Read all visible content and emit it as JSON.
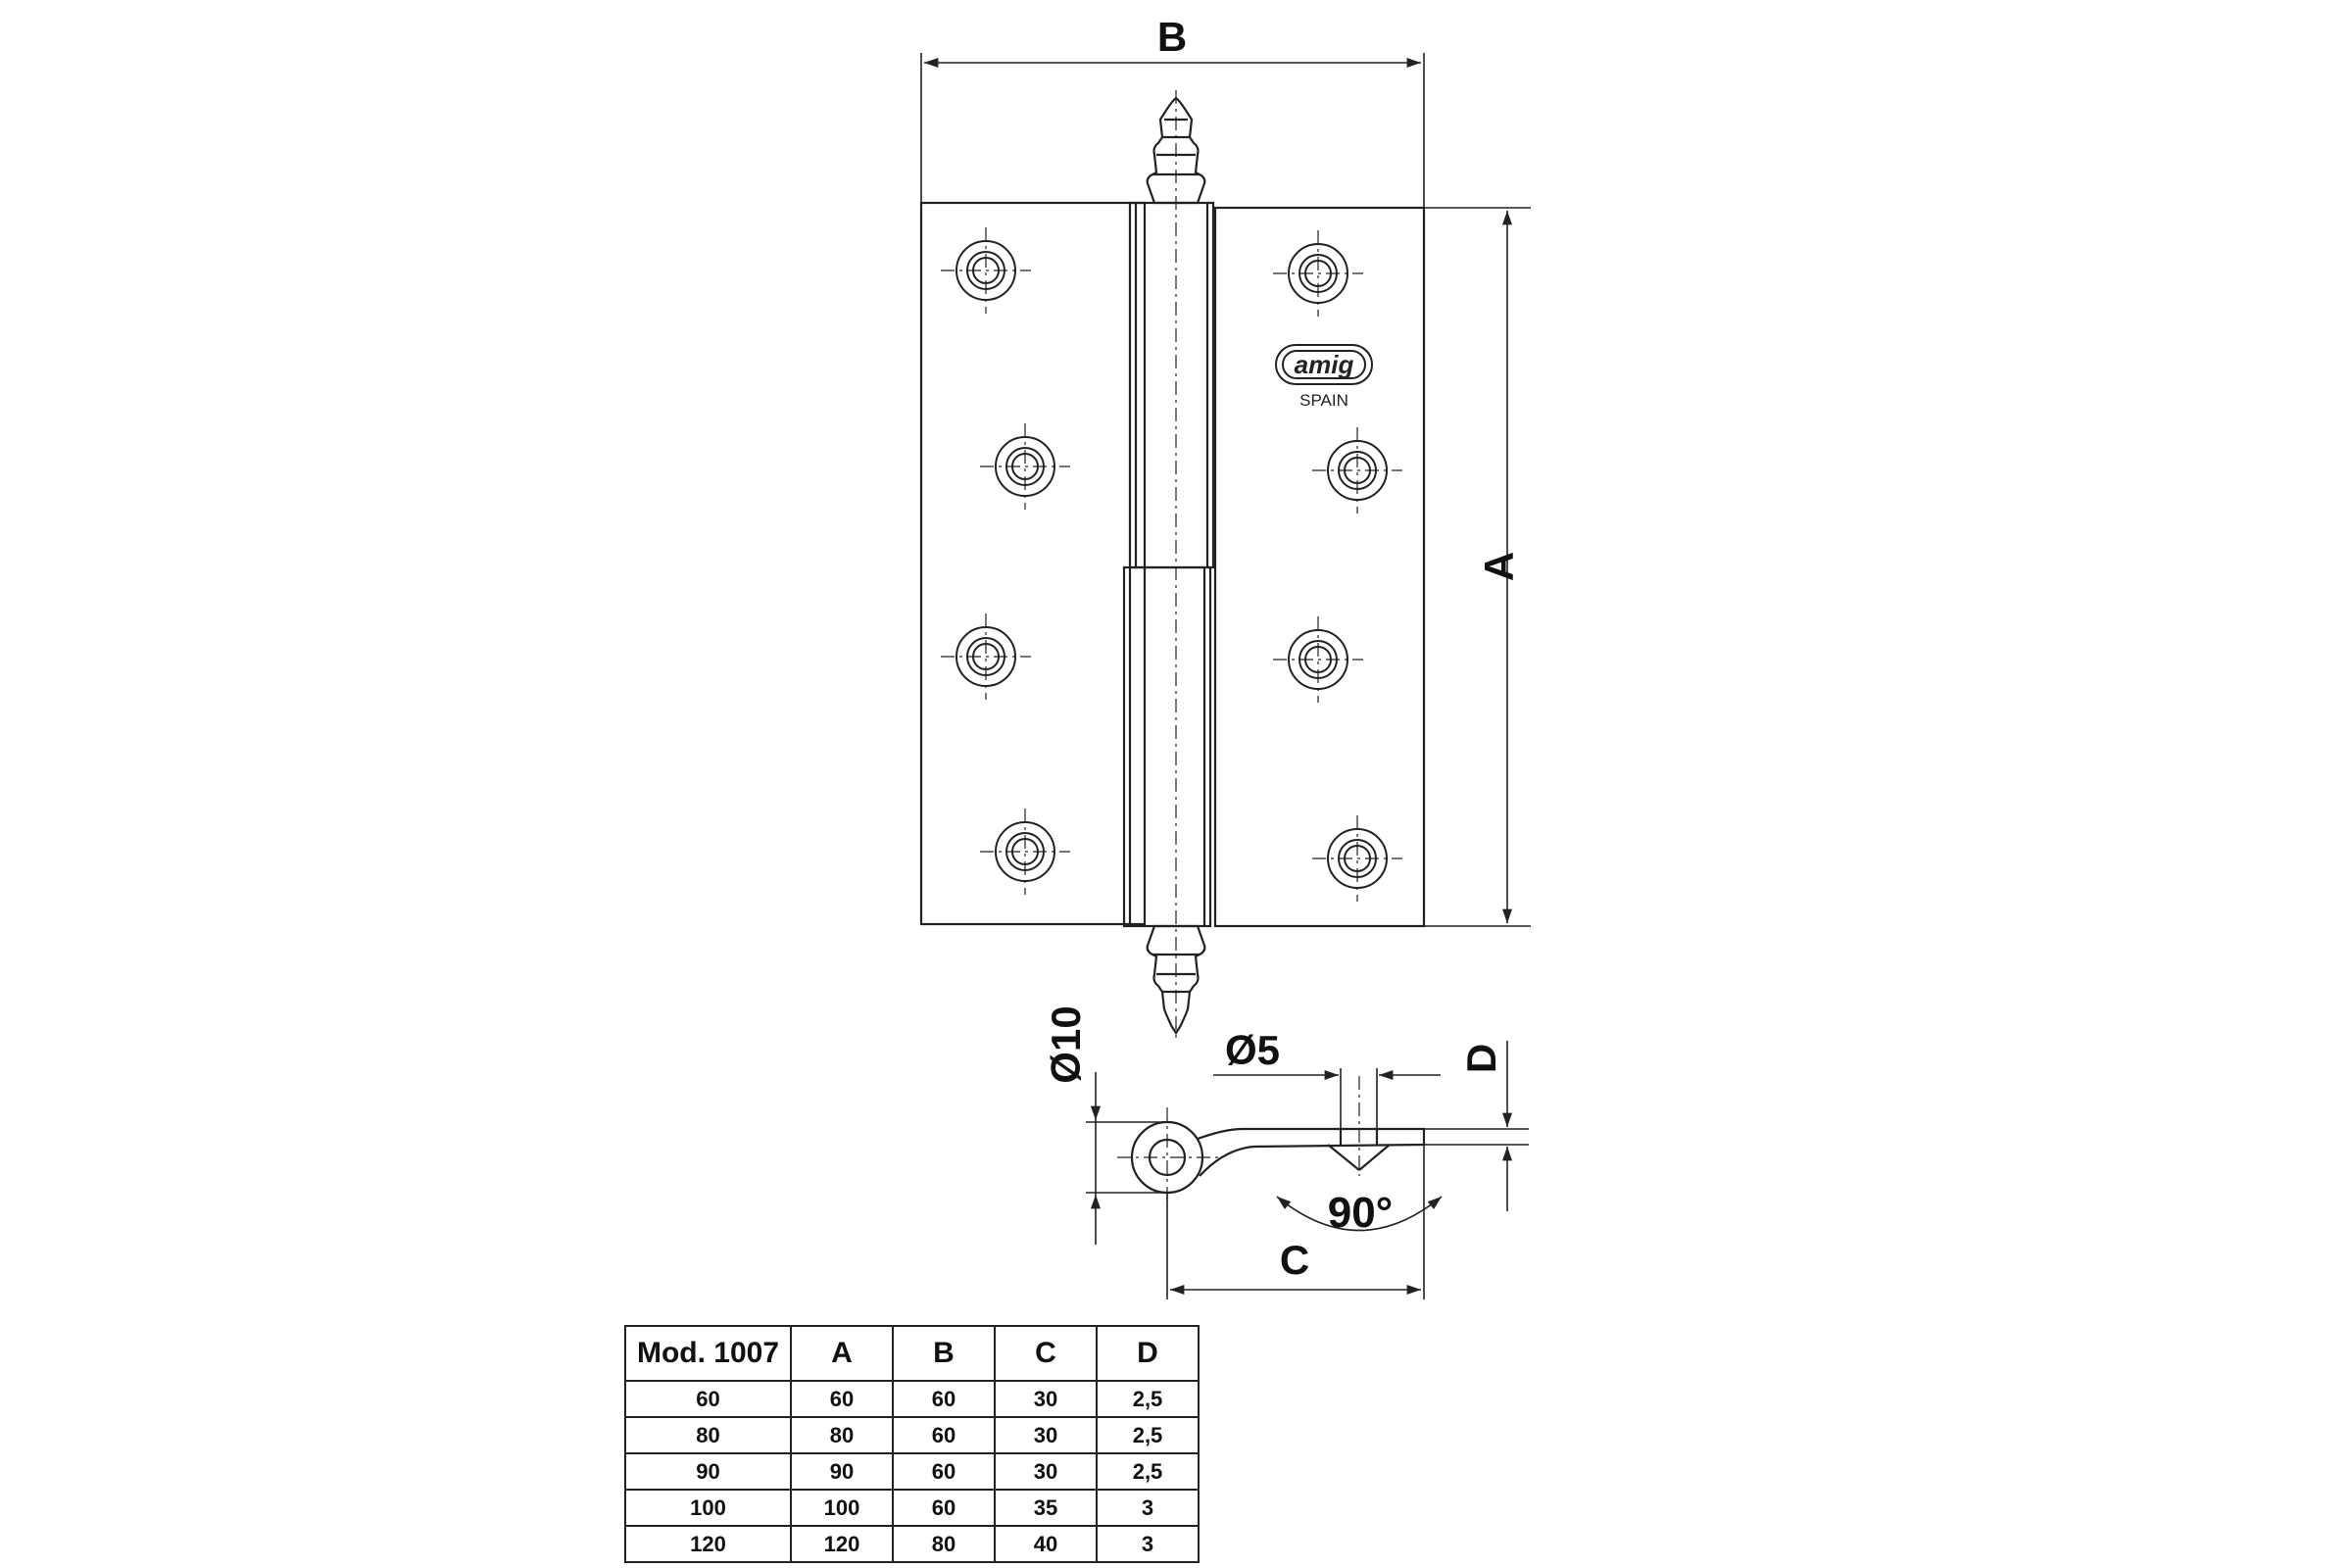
{
  "labels": {
    "dim_a": "A",
    "dim_b": "B",
    "dim_c": "C",
    "dim_d": "D",
    "pin_diameter": "Ø10",
    "hole_diameter": "Ø5",
    "opening_angle": "90°",
    "brand_logo": "amig",
    "brand_origin": "SPAIN"
  },
  "table": {
    "headers": [
      "Mod. 1007",
      "A",
      "B",
      "C",
      "D"
    ],
    "rows": [
      [
        "60",
        "60",
        "60",
        "30",
        "2,5"
      ],
      [
        "80",
        "80",
        "60",
        "30",
        "2,5"
      ],
      [
        "90",
        "90",
        "60",
        "30",
        "2,5"
      ],
      [
        "100",
        "100",
        "60",
        "35",
        "3"
      ],
      [
        "120",
        "120",
        "80",
        "40",
        "3"
      ]
    ]
  },
  "colors": {
    "line": "#222222",
    "background": "#ffffff"
  }
}
